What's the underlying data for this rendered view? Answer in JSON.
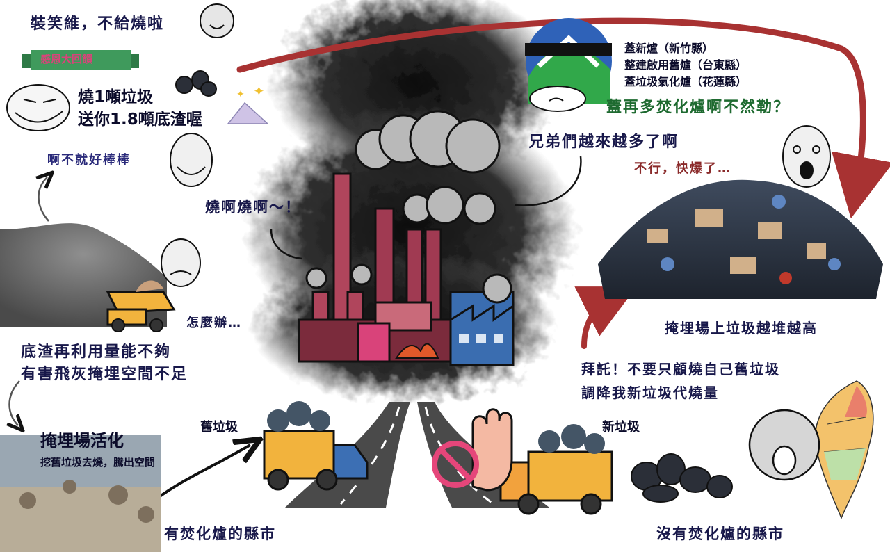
{
  "top_left": {
    "pretend_text": "裝笑維，不給燒啦",
    "ribbon": "感恩大回饋",
    "offer_line1": "燒1噸垃圾",
    "offer_line2": "送你1.8噸底渣喔",
    "cheer": "啊不就好棒棒"
  },
  "left": {
    "worry": "怎麼辦…",
    "problem_line1": "底渣再利用量能不夠",
    "problem_line2": "有害飛灰掩埋空間不足",
    "activation_title": "掩埋場活化",
    "activation_desc": "挖舊垃圾去燒，騰出空間"
  },
  "center": {
    "burn_shout": "燒啊燒啊～！",
    "old_garbage": "舊垃圾",
    "new_garbage": "新垃圾",
    "with_incinerator": "有焚化爐的縣市",
    "without_incinerator": "沒有焚化爐的縣市"
  },
  "top_right": {
    "plans": [
      "蓋新爐（新竹縣）",
      "整建啟用舊爐（台東縣）",
      "蓋垃圾氣化爐（花蓮縣）"
    ],
    "question": "蓋再多焚化爐啊不然勒？",
    "brothers": "兄弟們越來越多了啊",
    "about_to_burst": "不行，快爆了…"
  },
  "right": {
    "landfill_caption": "掩埋場上垃圾越堆越高",
    "plea_line1": "拜託！不要只顧燒自己舊垃圾",
    "plea_line2": "調降我新垃圾代燒量"
  },
  "colors": {
    "arrow_red": "#a83232",
    "smoke": "#1a1a1a",
    "truck_yellow": "#f2b33d",
    "truck_blue": "#3c6fb4",
    "factory_red": "#b0455c",
    "factory_blue": "#3a6db0",
    "ribbon_green": "#3f9a5c",
    "ribbon_pink": "#d9437a"
  }
}
